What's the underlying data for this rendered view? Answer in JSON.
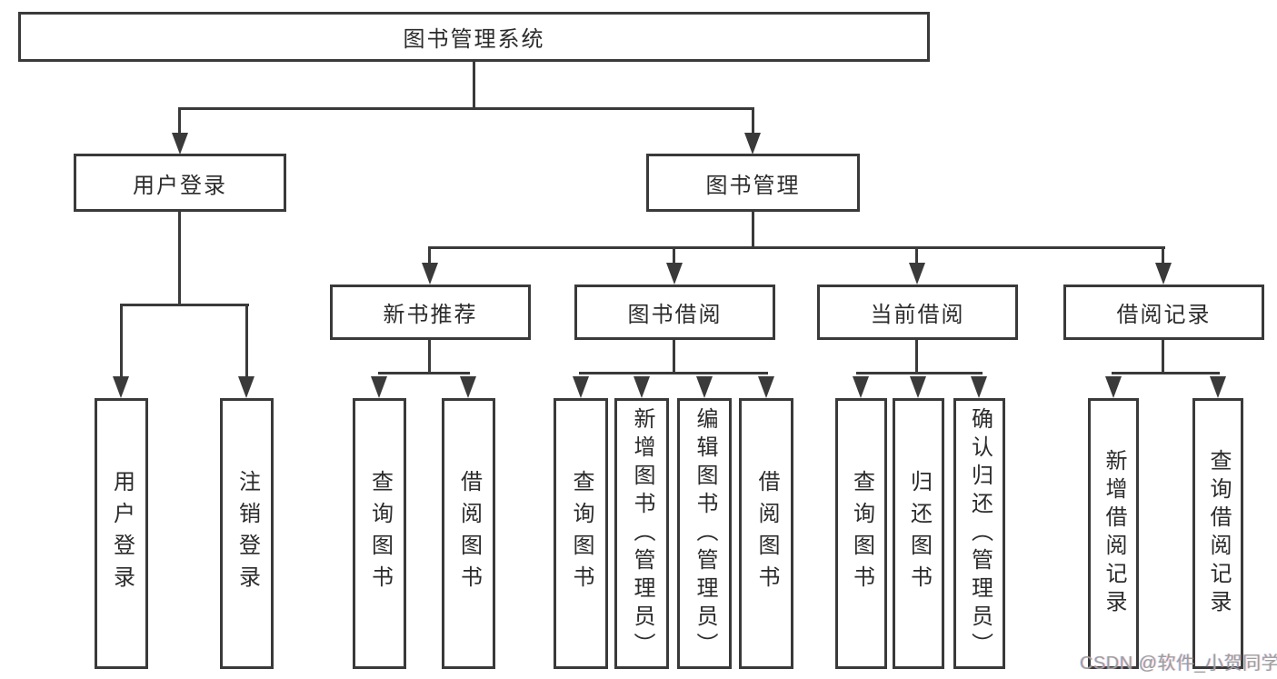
{
  "tree": {
    "root": "图书管理系统",
    "login": {
      "label": "用户登录",
      "children": [
        "用户登录",
        "注销登录"
      ]
    },
    "mgmt": {
      "label": "图书管理",
      "sections": [
        {
          "label": "新书推荐",
          "children": [
            "查询图书",
            "借阅图书"
          ]
        },
        {
          "label": "图书借阅",
          "children": [
            "查询图书",
            "新增图书（管理员）",
            "编辑图书（管理员）",
            "借阅图书"
          ]
        },
        {
          "label": "当前借阅",
          "children": [
            "查询图书",
            "归还图书",
            "确认归还（管理员）"
          ]
        },
        {
          "label": "借阅记录",
          "children": [
            "新增借阅记录",
            "查询借阅记录"
          ]
        }
      ]
    }
  },
  "watermark": "CSDN @软件_小贺同学",
  "icons": {
    "arrowhead": "down-triangle"
  },
  "colors": {
    "line": "#3a3a3a",
    "text": "#2b2b2b",
    "background": "#ffffff",
    "watermark": "#9e9e9e"
  }
}
